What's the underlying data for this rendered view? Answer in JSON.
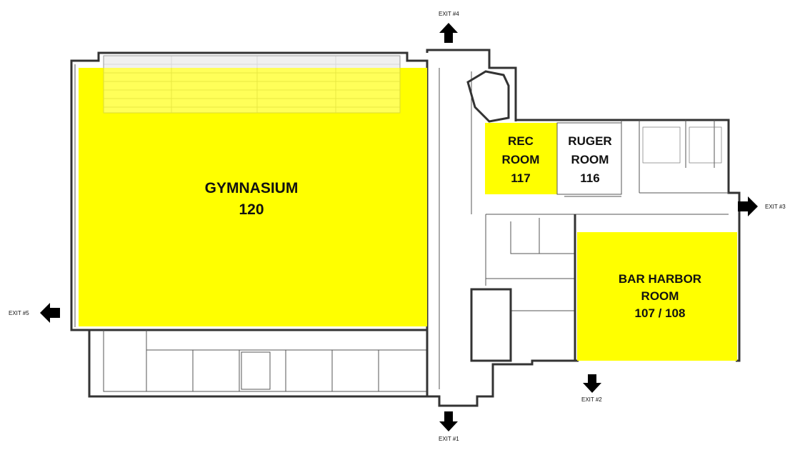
{
  "colors": {
    "highlight": "#ffff00",
    "wall": "#333333",
    "arrow": "#000000",
    "background": "#ffffff"
  },
  "rooms": {
    "gymnasium": {
      "name": "GYMNASIUM",
      "number": "120"
    },
    "rec_room": {
      "line1": "REC",
      "line2": "ROOM",
      "number": "117"
    },
    "ruger_room": {
      "line1": "RUGER",
      "line2": "ROOM",
      "number": "116"
    },
    "bar_harbor_room": {
      "line1": "BAR HARBOR",
      "line2": "ROOM",
      "number": "107 / 108"
    }
  },
  "exits": {
    "exit1": {
      "label": "EXIT #1",
      "icon": "arrow-down-icon"
    },
    "exit2": {
      "label": "EXIT #2",
      "icon": "arrow-down-icon"
    },
    "exit3": {
      "label": "EXIT #3",
      "icon": "arrow-right-icon"
    },
    "exit4": {
      "label": "EXIT #4",
      "icon": "arrow-up-icon"
    },
    "exit5": {
      "label": "EXIT #5",
      "icon": "arrow-left-icon"
    }
  }
}
